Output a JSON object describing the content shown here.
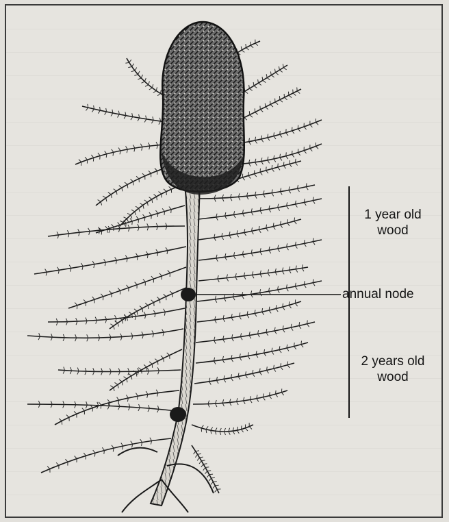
{
  "labels": {
    "one_year_old_wood": "1 year old\nwood",
    "annual_node": "annual node",
    "two_years_old_wood": "2 years old\nwood"
  },
  "colors": {
    "background": "#e4e2dd",
    "ink": "#141414"
  }
}
